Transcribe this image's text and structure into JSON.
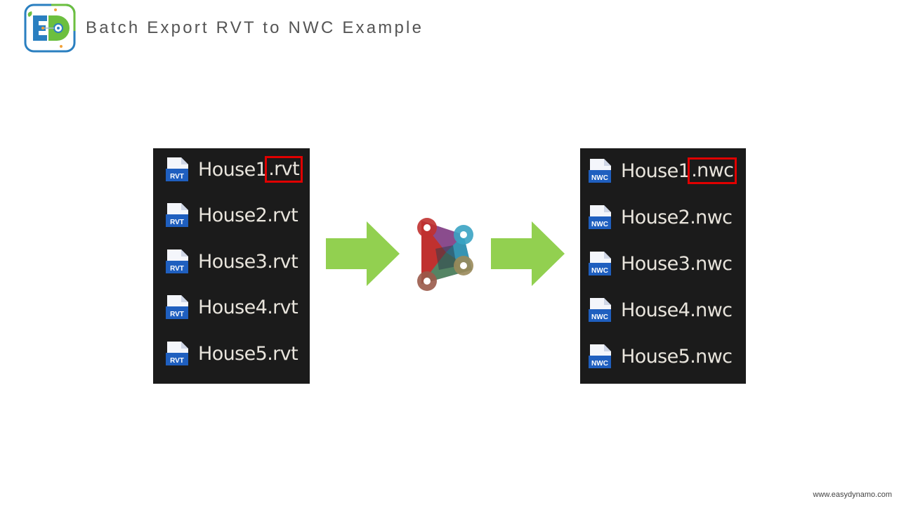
{
  "header": {
    "logo_icon": "easydynamo-ed-logo-icon",
    "title": "Batch Export RVT to NWC Example"
  },
  "source_files": {
    "icon": "rvt-file-icon",
    "icon_label": "RVT",
    "items": [
      {
        "base": "House1",
        "ext": ".rvt",
        "highlighted": true
      },
      {
        "base": "House2",
        "ext": ".rvt",
        "highlighted": false
      },
      {
        "base": "House3",
        "ext": ".rvt",
        "highlighted": false
      },
      {
        "base": "House4",
        "ext": ".rvt",
        "highlighted": false
      },
      {
        "base": "House5",
        "ext": ".rvt",
        "highlighted": false
      }
    ]
  },
  "process": {
    "arrow_icon": "right-arrow-icon",
    "tool_icon": "dynamo-logo-icon",
    "arrow_color": "#92d050",
    "highlight_color": "#e00000"
  },
  "output_files": {
    "icon": "nwc-file-icon",
    "icon_label": "NWC",
    "items": [
      {
        "base": "House1",
        "ext": ".nwc",
        "highlighted": true
      },
      {
        "base": "House2",
        "ext": ".nwc",
        "highlighted": false
      },
      {
        "base": "House3",
        "ext": ".nwc",
        "highlighted": false
      },
      {
        "base": "House4",
        "ext": ".nwc",
        "highlighted": false
      },
      {
        "base": "House5",
        "ext": ".nwc",
        "highlighted": false
      }
    ]
  },
  "footer": {
    "website": "www.easydynamo.com"
  }
}
